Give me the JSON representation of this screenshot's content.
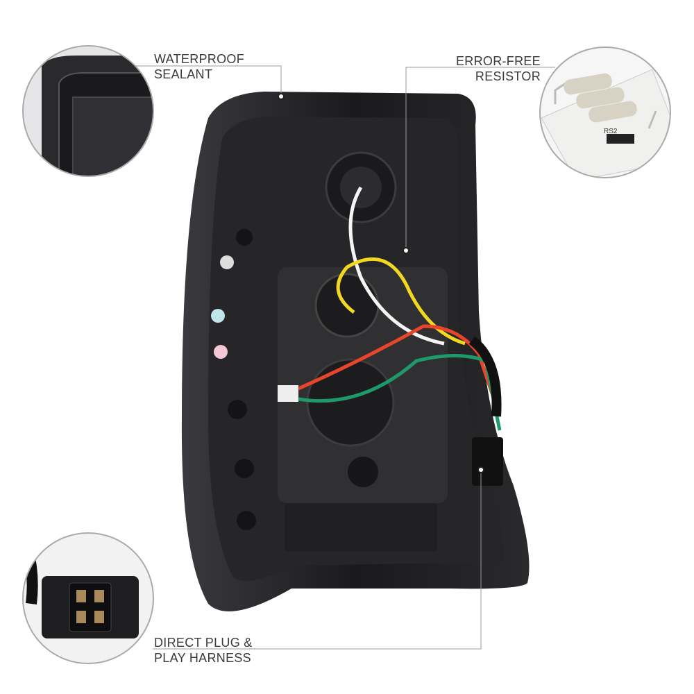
{
  "callouts": {
    "waterproof": {
      "line1": "WATERPROOF",
      "line2": "SEALANT"
    },
    "resistor": {
      "line1": "ERROR-FREE",
      "line2": "RESISTOR",
      "component_mark": "RS2"
    },
    "harness": {
      "line1": "DIRECT PLUG &",
      "line2": "PLAY HARNESS"
    }
  },
  "colors": {
    "housing": "#1c1c1e",
    "leader": "#9a9a9a",
    "text": "#3a3a3a",
    "wire_yellow": "#f2d820",
    "wire_red": "#e8452a",
    "wire_green": "#1e9a6a",
    "wire_white": "#f4f4f4"
  }
}
